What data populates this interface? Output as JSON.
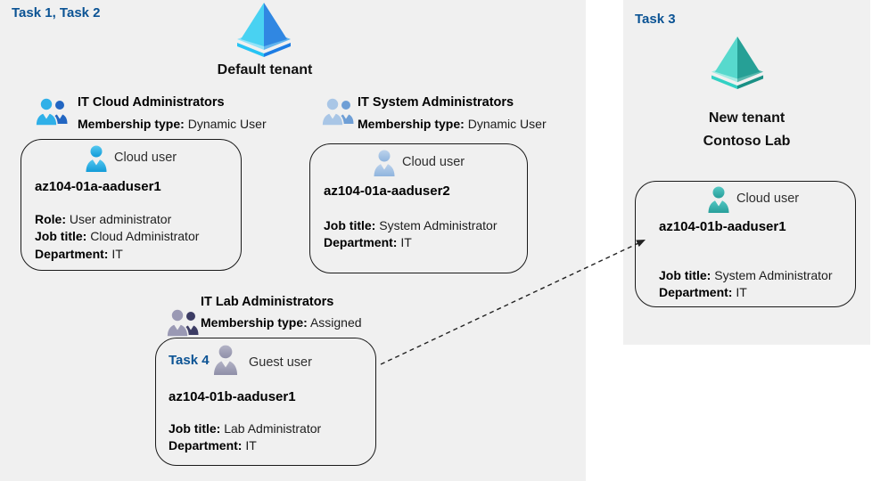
{
  "left_block": {
    "task_label": "Task 1, Task 2",
    "tenant_title": "Default tenant"
  },
  "right_panel": {
    "task_label": "Task 3",
    "tenant_title_line1": "New tenant",
    "tenant_title_line2": "Contoso Lab"
  },
  "groups": [
    {
      "title": "IT Cloud Administrators",
      "membership_label": "Membership type:",
      "membership_value": "Dynamic User"
    },
    {
      "title": "IT System Administrators",
      "membership_label": "Membership type:",
      "membership_value": "Dynamic User"
    },
    {
      "title": "IT Lab Administrators",
      "membership_label": "Membership type:",
      "membership_value": "Assigned"
    }
  ],
  "cards": [
    {
      "user_type": "Cloud user",
      "name": "az104-01a-aaduser1",
      "fields": [
        {
          "label": "Role:",
          "value": "User administrator"
        },
        {
          "label": "Job title:",
          "value": "Cloud Administrator"
        },
        {
          "label": "Department:",
          "value": "IT"
        }
      ]
    },
    {
      "user_type": "Cloud user",
      "name": "az104-01a-aaduser2",
      "fields": [
        {
          "label": "Job title:",
          "value": "System Administrator"
        },
        {
          "label": "Department:",
          "value": "IT"
        }
      ]
    },
    {
      "task_label": "Task 4",
      "user_type": "Guest user",
      "name": "az104-01b-aaduser1",
      "fields": [
        {
          "label": "Job title:",
          "value": "Lab Administrator"
        },
        {
          "label": "Department:",
          "value": "IT"
        }
      ]
    },
    {
      "user_type": "Cloud user",
      "name": "az104-01b-aaduser1",
      "fields": [
        {
          "label": "Job title:",
          "value": "System Administrator"
        },
        {
          "label": "Department:",
          "value": "IT"
        }
      ]
    }
  ],
  "colors": {
    "task_accent": "#0b5394",
    "region_background": "#f0f0f0",
    "default_tenant_blue_light": "#49d2f2",
    "default_tenant_blue_dark": "#3087e2",
    "new_tenant_teal_light": "#57d9cd",
    "new_tenant_teal_dark": "#26a096",
    "cloud_user_blue": "#2fb2e5",
    "steel_user_blue": "#a9c6e6",
    "guest_user_gray": "#9a99b4",
    "teal_user": "#3bb8b2",
    "card_border": "#1a1a1a"
  }
}
